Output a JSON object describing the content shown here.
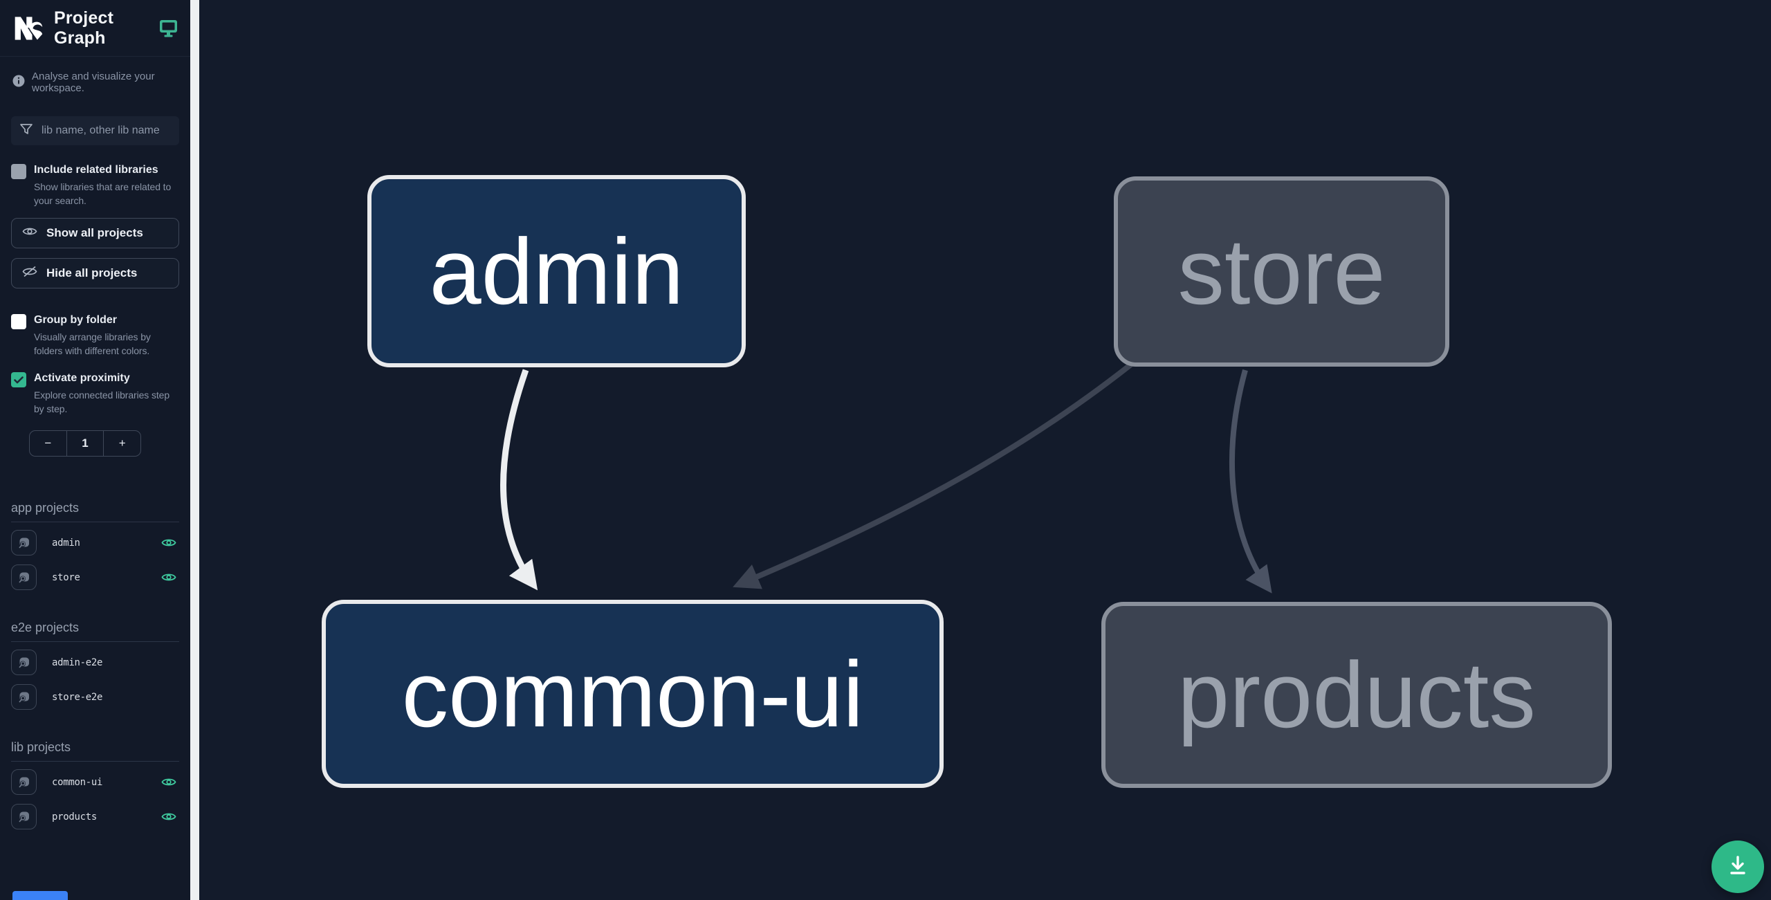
{
  "header": {
    "title": "Project Graph",
    "logo": "nx-logo",
    "action_icon": "monitor-icon"
  },
  "sidebar": {
    "tagline": "Analyse and visualize your workspace.",
    "search": {
      "placeholder": "lib name, other lib name",
      "icon": "filter-icon"
    },
    "include_related": {
      "label": "Include related libraries",
      "description": "Show libraries that are related to your search.",
      "checked": false
    },
    "show_all": {
      "label": "Show all projects",
      "icon": "eye-icon"
    },
    "hide_all": {
      "label": "Hide all projects",
      "icon": "eye-off-icon"
    },
    "group_by_folder": {
      "label": "Group by folder",
      "description": "Visually arrange libraries by folders with different colors.",
      "checked": false
    },
    "proximity": {
      "label": "Activate proximity",
      "description": "Explore connected libraries step by step.",
      "checked": true
    },
    "stepper": {
      "decrement": "−",
      "value": "1",
      "increment": "+"
    },
    "sections": [
      {
        "title": "app projects",
        "items": [
          {
            "name": "admin",
            "visible": true
          },
          {
            "name": "store",
            "visible": true
          }
        ]
      },
      {
        "title": "e2e projects",
        "items": [
          {
            "name": "admin-e2e",
            "visible": false
          },
          {
            "name": "store-e2e",
            "visible": false
          }
        ]
      },
      {
        "title": "lib projects",
        "items": [
          {
            "name": "common-ui",
            "visible": true
          },
          {
            "name": "products",
            "visible": true
          }
        ]
      }
    ]
  },
  "graph": {
    "nodes": [
      {
        "label": "admin",
        "type": "app",
        "state": "highlighted"
      },
      {
        "label": "store",
        "type": "app",
        "state": "muted"
      },
      {
        "label": "common-ui",
        "type": "lib",
        "state": "highlighted"
      },
      {
        "label": "products",
        "type": "lib",
        "state": "muted"
      }
    ],
    "edges": [
      {
        "source": "admin",
        "target": "common-ui",
        "state": "highlighted"
      },
      {
        "source": "store",
        "target": "common-ui",
        "state": "muted"
      },
      {
        "source": "store",
        "target": "products",
        "state": "muted"
      }
    ]
  },
  "fab": {
    "icon": "download-icon"
  },
  "theme": {
    "accent_green": "#3fc99e",
    "node_highlight_fill": "#173254",
    "node_highlight_border": "#e9eaec",
    "node_muted_fill": "#3c4351",
    "node_muted_border": "#8a909b",
    "edge_highlight": "#eceef0",
    "edge_muted": "#3d4453",
    "canvas_bg": "#131b2b",
    "sidebar_bg": "#121928",
    "divider": "#eef0f2"
  }
}
